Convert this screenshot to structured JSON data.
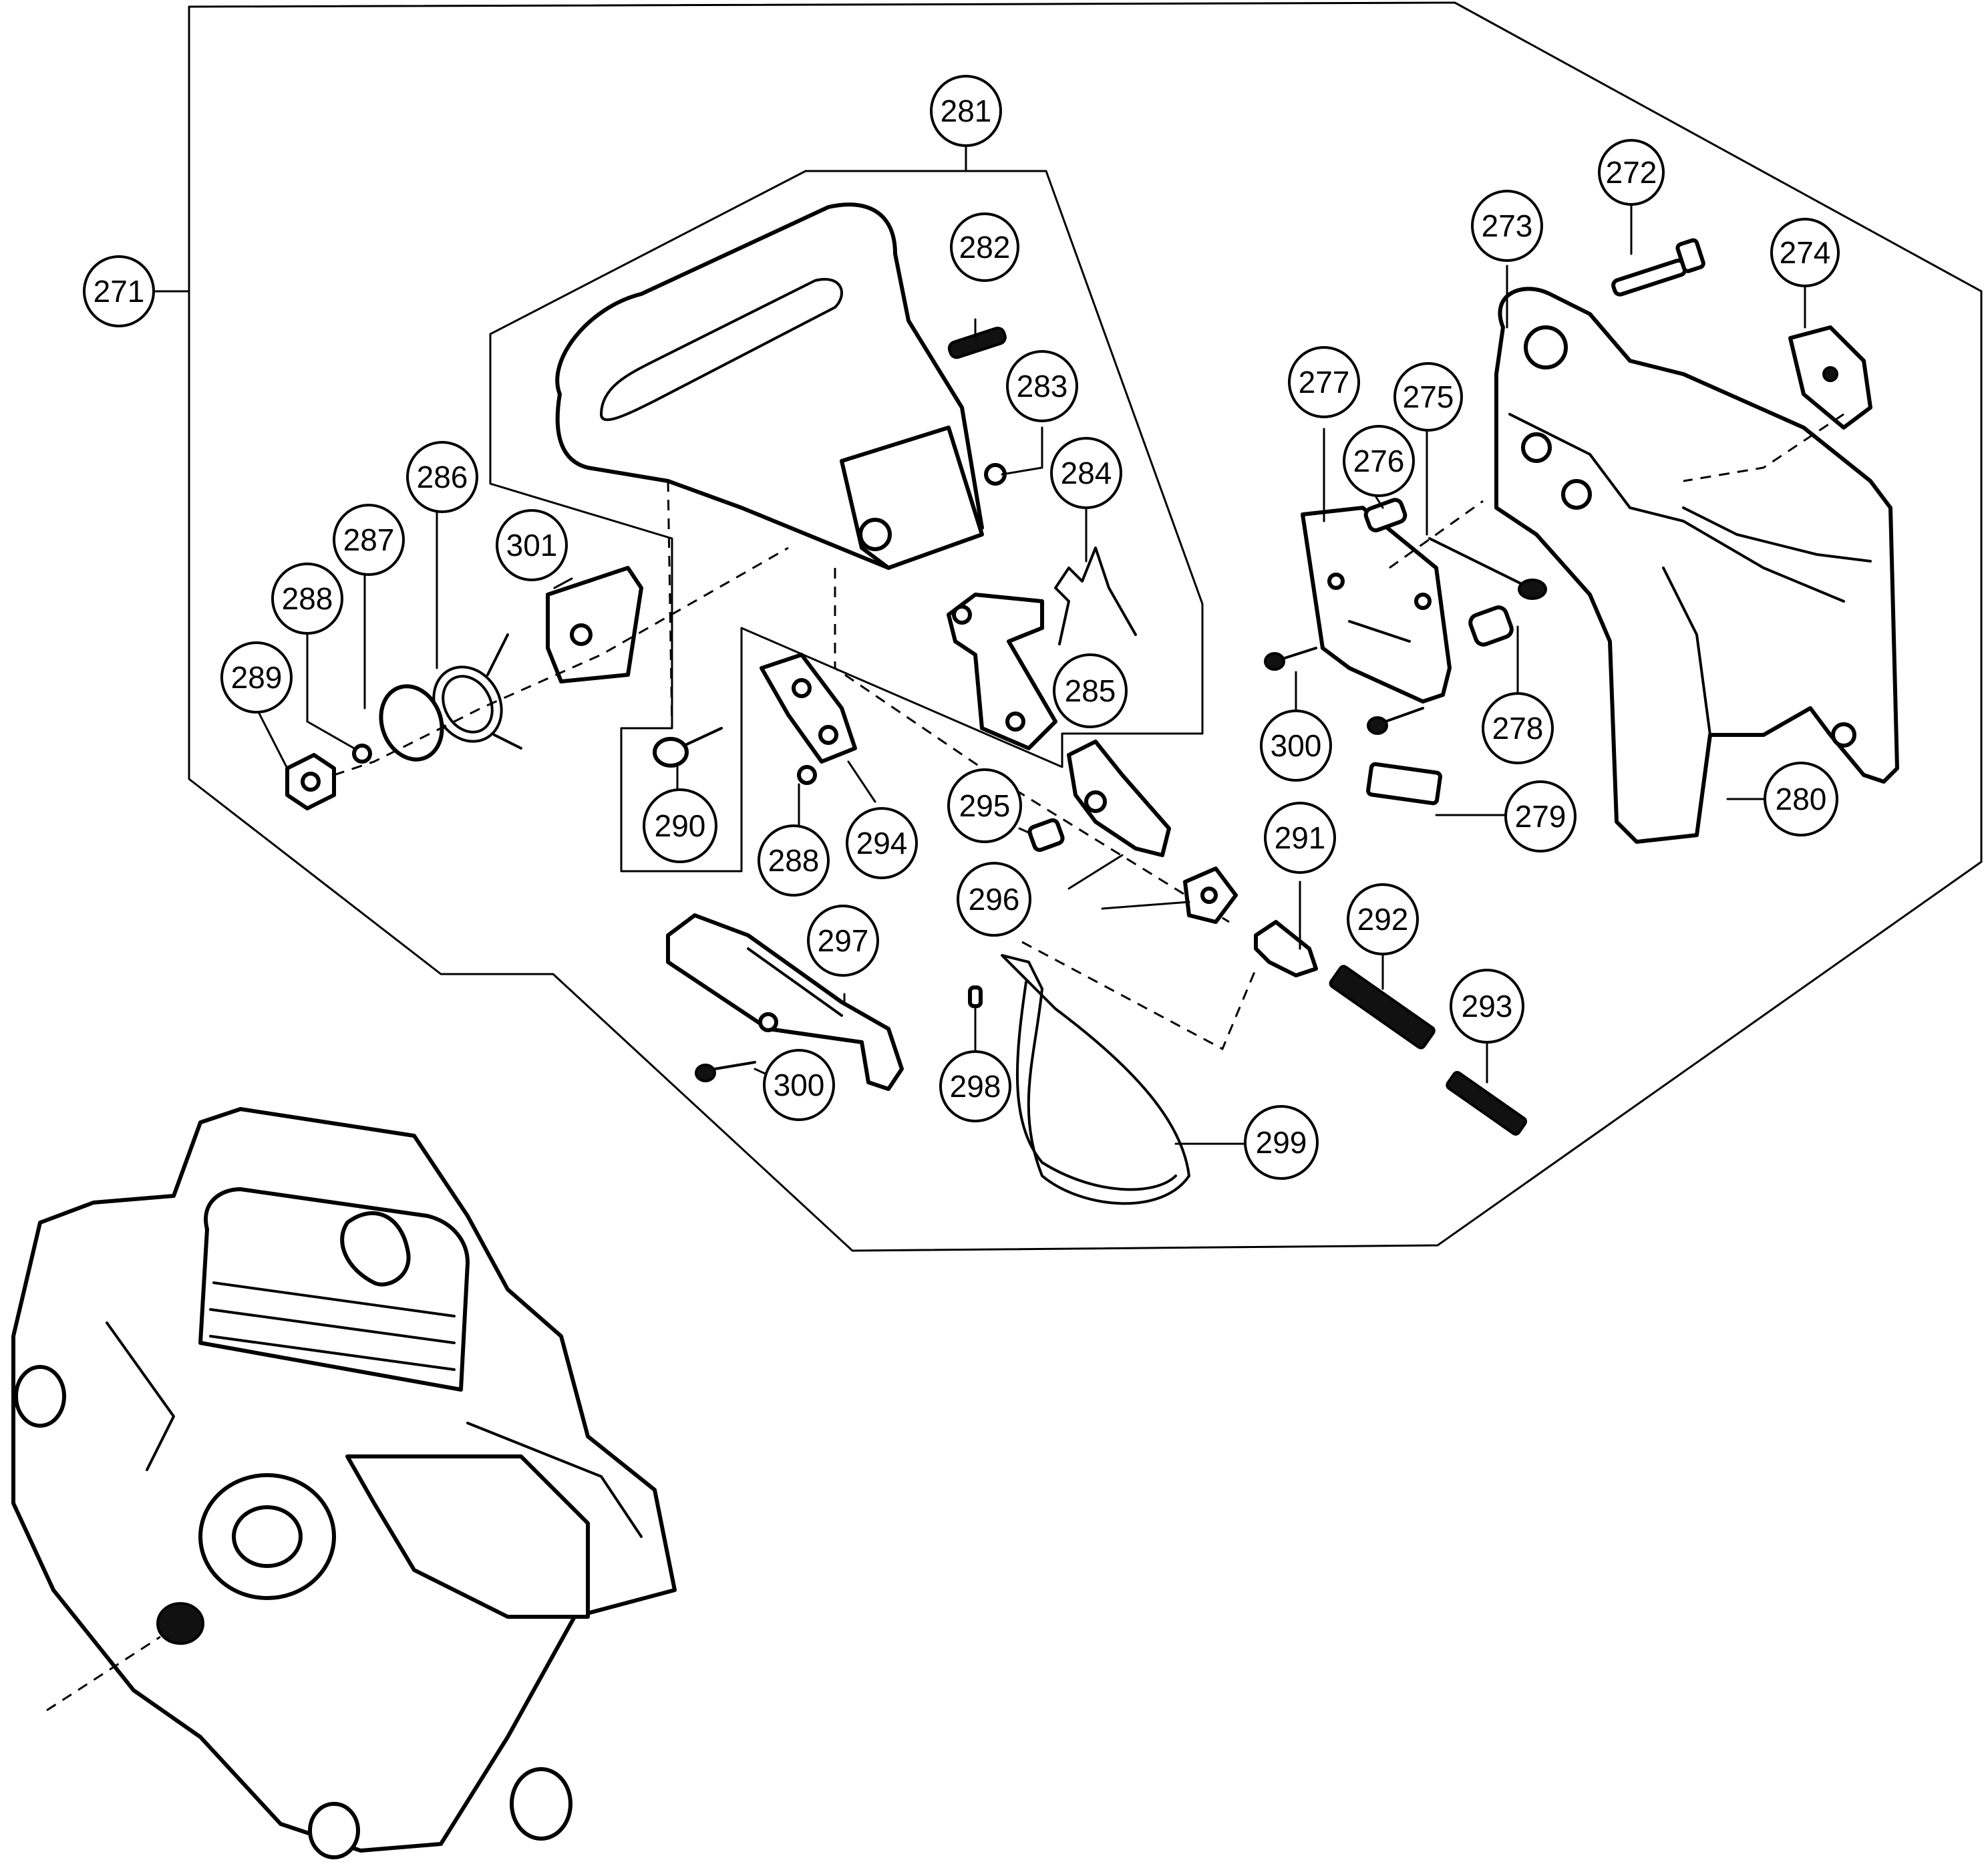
{
  "labels": {
    "p271": "271",
    "p272": "272",
    "p273": "273",
    "p274": "274",
    "p275": "275",
    "p276": "276",
    "p277": "277",
    "p278": "278",
    "p279": "279",
    "p280": "280",
    "p281": "281",
    "p282": "282",
    "p283": "283",
    "p284": "284",
    "p285": "285",
    "p286": "286",
    "p287": "287",
    "p288a": "288",
    "p288b": "288",
    "p289": "289",
    "p290": "290",
    "p291": "291",
    "p292": "292",
    "p293": "293",
    "p294": "294",
    "p295": "295",
    "p296": "296",
    "p297": "297",
    "p298": "298",
    "p299": "299",
    "p300a": "300",
    "p300b": "300",
    "p301": "301"
  }
}
